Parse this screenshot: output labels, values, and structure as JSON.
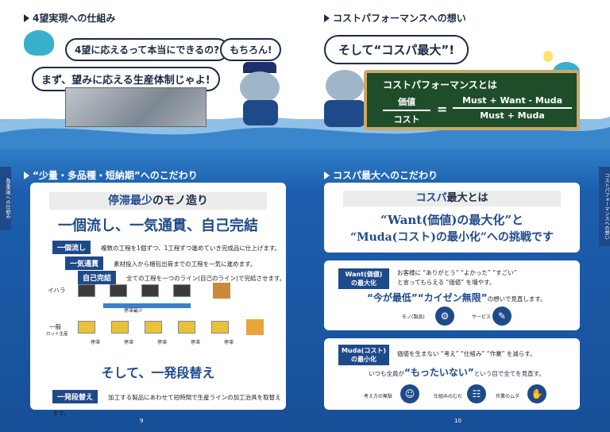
{
  "left": {
    "heading": "4望実現への仕組み",
    "bubble1": "4望に応えるって本当にできるの?",
    "bubble2": "もちろん!",
    "bubble3": "まず、望みに応える生産体制じゃよ!",
    "section": "“少量・多品種・短納期”へのこだわり",
    "panel_title_a": "停滞最少",
    "panel_title_b": "のモノ造り",
    "main_slogan": "一個流し、一気通貫、自己完結",
    "items": [
      {
        "tag": "一個流し",
        "text": "複数の工程を1個ずつ、1工程ずつ進めていき完成品に仕上げます。"
      },
      {
        "tag": "一気通貫",
        "text": "素材投入から梱包出荷までの工程を一気に進めます。"
      },
      {
        "tag": "自己完結",
        "text": "全ての工程を一つのライン(自己のライン)で完結させます。"
      }
    ],
    "row1_label": "イハラ",
    "row1_arrow": "停滞最少",
    "row2_label": "一般",
    "row2_sub": "ロット生産",
    "stagnation": "停滞",
    "slogan2": "そして、一発段替え",
    "last_tag": "一発段替え",
    "last_text": "加工する製品にあわせて短時間で生産ラインの加工治具を取替えます。",
    "page": "9",
    "side_tab": "4望実現への仕組み"
  },
  "right": {
    "heading": "コストパフォーマンスへの想い",
    "bubble": "そして“コスパ最大”!",
    "chalk_title": "コストパフォーマンスとは",
    "frac_left_top": "価値",
    "frac_left_bottom": "コスト",
    "equals": "=",
    "frac_right_top": "Must + Want - Muda",
    "frac_right_bottom": "Must + Muda",
    "section": "コスパ最大へのこだわり",
    "panel_title_a": "コスパ",
    "panel_title_b": "最大とは",
    "line1": "“Want(価値)の最大化”と",
    "line2": "“Muda(コスト)の最小化”への挑戦です",
    "want_tag1": "Want(価値)",
    "want_tag2": "の最大化",
    "want_text1": "お客様に “ありがとう” “よかった” “すごい”",
    "want_text2": "と言ってもらえる “価値” を増やす。",
    "want_slogan": "“今が最低”“カイゼン無限”",
    "want_slogan_tail": "の想いで見直します。",
    "want_icon1": "モノ(製品)",
    "want_icon2": "サービス",
    "muda_tag1": "Muda(コスト)",
    "muda_tag2": "の最小化",
    "muda_text": "価値を生まない “考え” “仕組み” “作業” を減らす。",
    "muda_line_a": "いつも全員が",
    "muda_slogan": "“もったいない”",
    "muda_line_b": "という目で全てを見直す。",
    "muda_icon1": "考え方の無駄",
    "muda_icon2": "仕組みのむだ",
    "muda_icon3": "作業のムダ",
    "page": "10",
    "side_tab": "コストパフォーマンスへの想い"
  },
  "colors": {
    "navy": "#1f4a8a",
    "water": "#2f7cc6",
    "chalkboard": "#1f4d2a"
  }
}
